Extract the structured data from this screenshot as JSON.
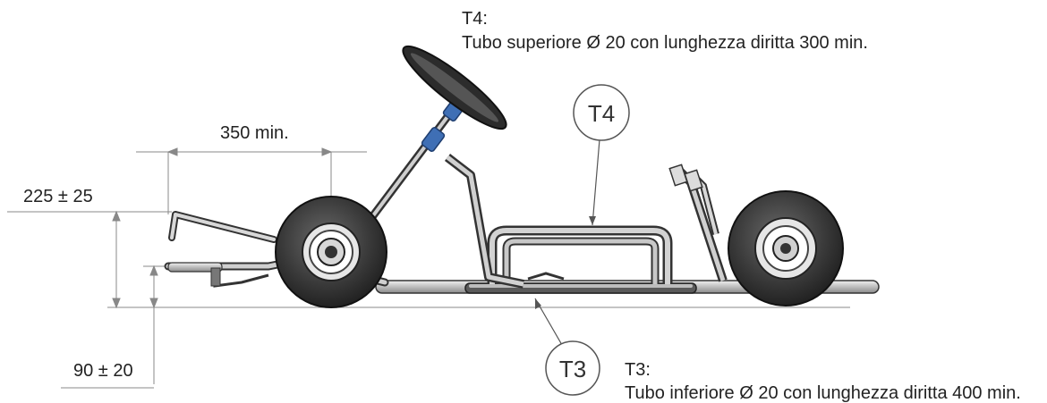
{
  "annotations": {
    "t4": {
      "tag": "T4:",
      "description": "Tubo superiore Ø 20 con lunghezza diritta 300 min.",
      "callout": "T4"
    },
    "t3": {
      "tag": "T3:",
      "description": "Tubo inferiore Ø 20 con lunghezza diritta 400 min.",
      "callout": "T3"
    }
  },
  "dimensions": {
    "horizontal": "350 min.",
    "seat_height": "225 ± 25",
    "ground_clearance": "90 ± 20"
  },
  "colors": {
    "line": "#444444",
    "tube_fill": "#d4d4d4",
    "tire": "#2b2b2b",
    "steering_joint": "#3f6fb5"
  }
}
